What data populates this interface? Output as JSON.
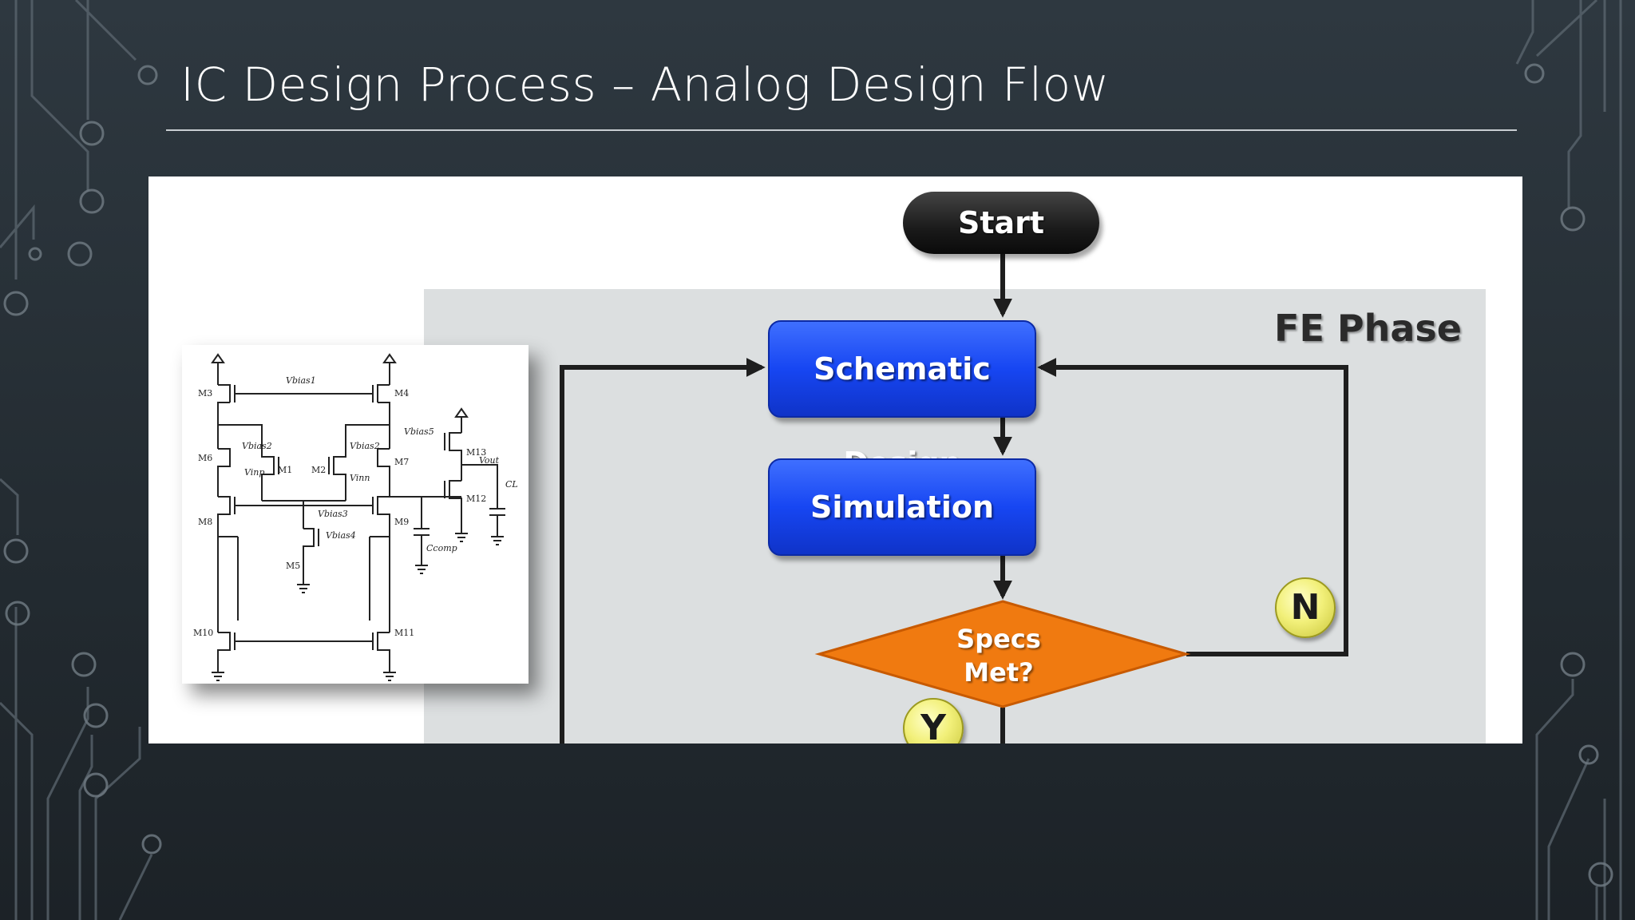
{
  "slide": {
    "title": "IC Design Process – Analog Design Flow"
  },
  "diagram": {
    "region_label": "FE Phase",
    "start_label": "Start",
    "schematic_design_label": "Schematic Design",
    "simulation_label": "Simulation",
    "decision_label_line1": "Specs",
    "decision_label_line2": "Met?",
    "no_label": "N",
    "yes_label": "Y",
    "colors": {
      "process_box": "#1a47f0",
      "decision": "#f07a10",
      "badge": "#f0ee7a",
      "terminal": "#1c1c1c"
    }
  },
  "schematic": {
    "labels": {
      "vbias1": "Vbias1",
      "vbias2a": "Vbias2",
      "vbias2b": "Vbias2",
      "vbias3": "Vbias3",
      "vbias4": "Vbias4",
      "vbias5": "Vbias5",
      "vinp": "Vinp",
      "vinn": "Vinn",
      "vout": "Vout",
      "cl": "CL",
      "ccomp": "Ccomp",
      "m1": "M1",
      "m2": "M2",
      "m3": "M3",
      "m4": "M4",
      "m5": "M5",
      "m6": "M6",
      "m7": "M7",
      "m8": "M8",
      "m9": "M9",
      "m10": "M10",
      "m11": "M11",
      "m12": "M12",
      "m13": "M13"
    }
  }
}
